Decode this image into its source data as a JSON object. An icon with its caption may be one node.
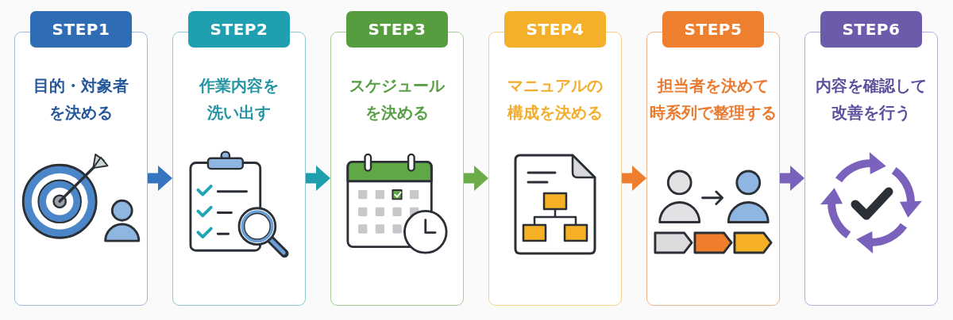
{
  "diagram": {
    "nodes": [
      {
        "text": [
          "STEP1",
          "目的・対象者を決める"
        ]
      },
      {
        "text": [
          "STEP2",
          "作業内容を洗い出す"
        ]
      },
      {
        "text": [
          "STEP3",
          "スケジュールを決める"
        ]
      },
      {
        "text": [
          "STEP4",
          "マニュアルの構成を決める"
        ]
      },
      {
        "text": [
          "STEP5",
          "担当者を決めて時系列で整理する"
        ]
      },
      {
        "text": [
          "STEP6",
          "内容を確認して改善を行う"
        ]
      }
    ],
    "edges": [
      {
        "from": 0,
        "to": 1,
        "arrow": "to",
        "color": "#3575c0"
      },
      {
        "from": 1,
        "to": 2,
        "arrow": "to",
        "color": "#1f9fae"
      },
      {
        "from": 2,
        "to": 3,
        "arrow": "to",
        "color": "#6aac48"
      },
      {
        "from": 3,
        "to": 4,
        "arrow": "to",
        "color": "#ef7d2e"
      },
      {
        "from": 4,
        "to": 5,
        "arrow": "to",
        "color": "#7a62bc"
      }
    ]
  }
}
